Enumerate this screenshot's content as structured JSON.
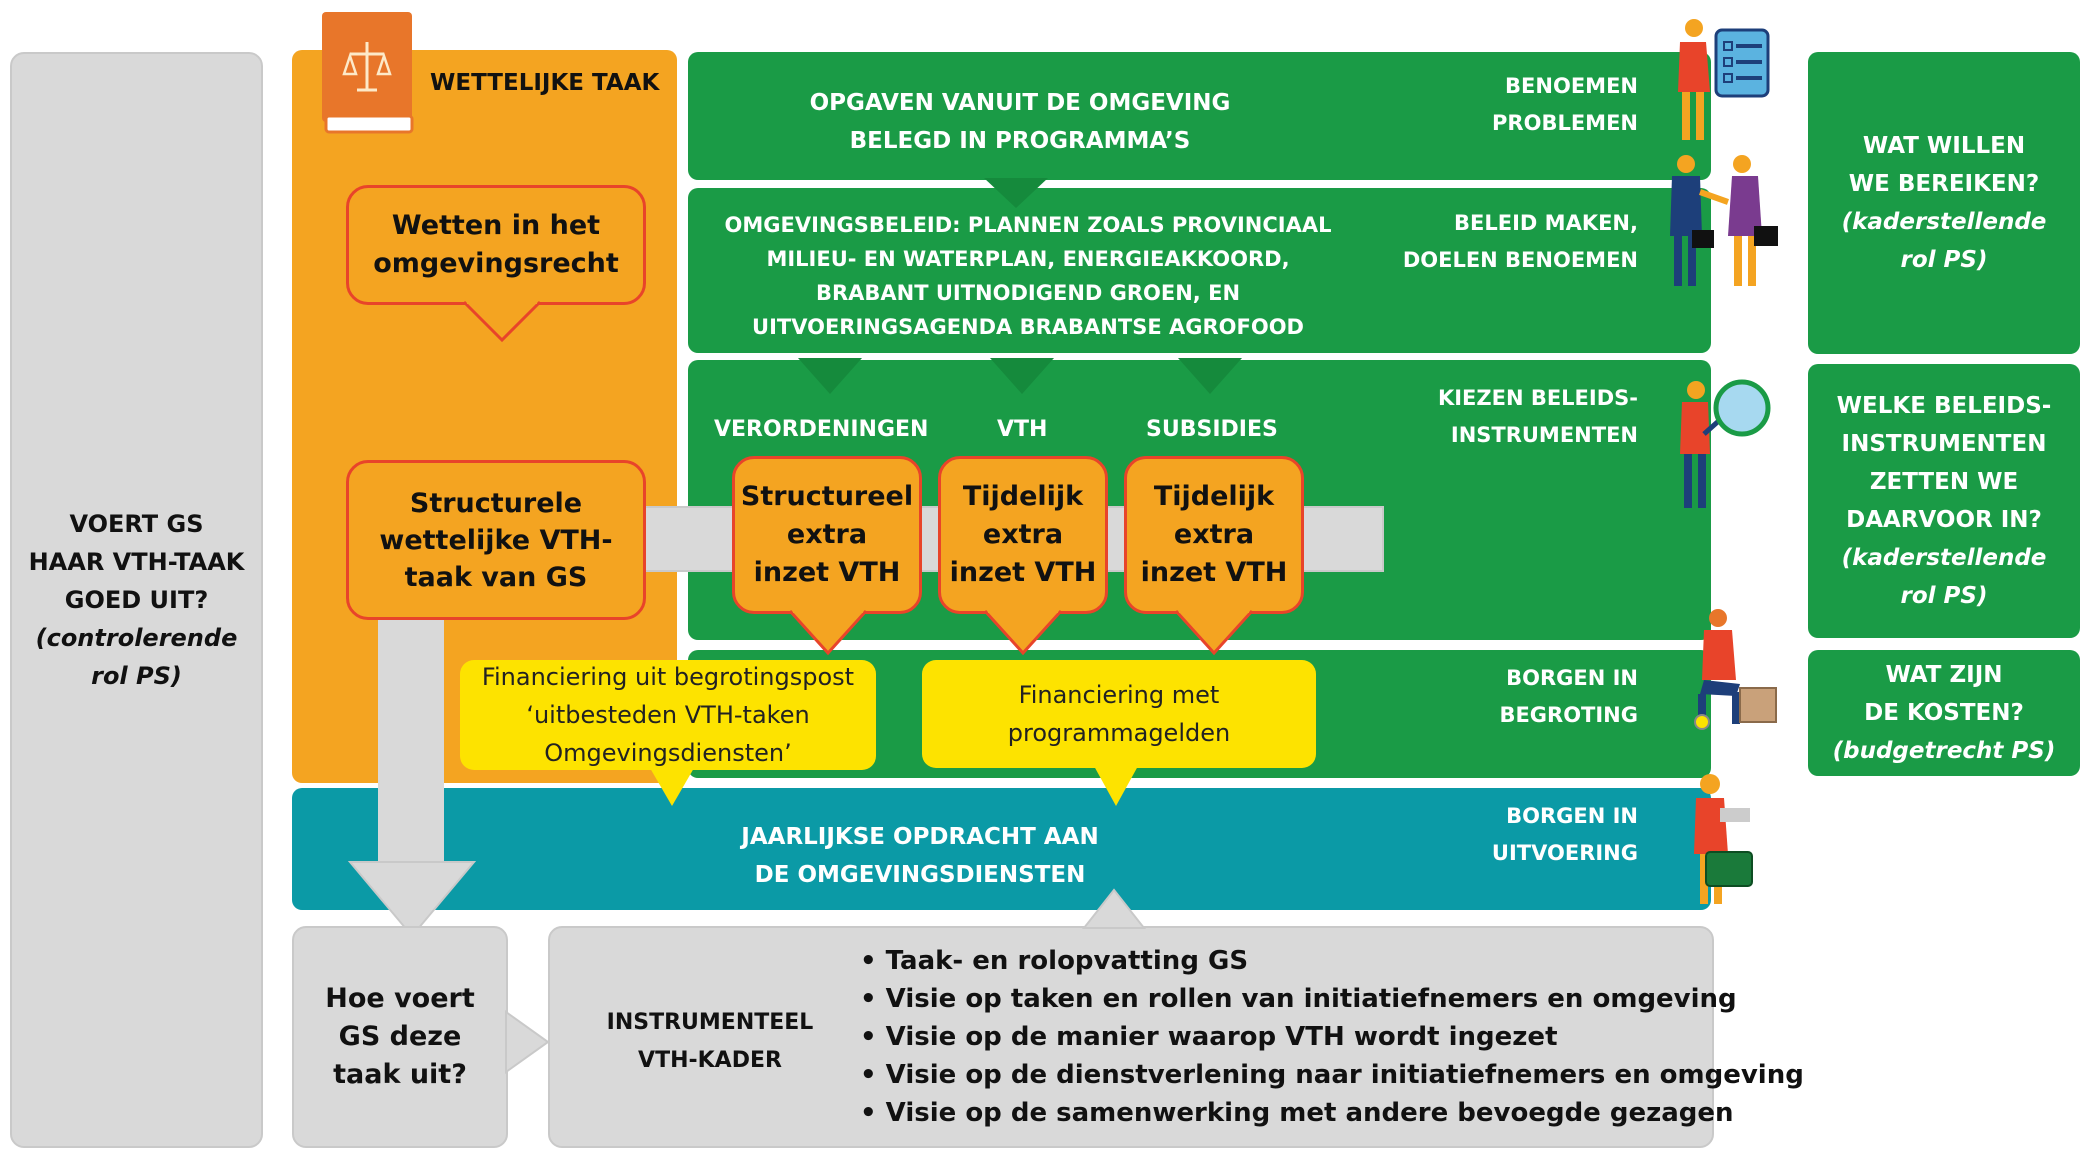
{
  "left_column": {
    "line1": "VOERT GS",
    "line2": "HAAR VTH-TAAK",
    "line3": "GOED UIT?",
    "italic1": "(controlerende",
    "italic2": "rol PS)"
  },
  "wettelijk": {
    "header": "WETTELIJKE TAAK",
    "bubble_top_line1": "Wetten in het",
    "bubble_top_line2": "omgevingsrecht",
    "bubble_mid_line1": "Structurele",
    "bubble_mid_line2": "wettelijke VTH-",
    "bubble_mid_line3": "taak van GS"
  },
  "rows": {
    "opgaven": {
      "line1": "OPGAVEN VANUIT DE OMGEVING",
      "line2": "BELEGD IN PROGRAMMA’S",
      "label1": "BENOEMEN",
      "label2": "PROBLEMEN"
    },
    "beleid": {
      "line1": "OMGEVINGSBELEID: PLANNEN ZOALS PROVINCIAAL",
      "line2": "MILIEU- EN WATERPLAN, ENERGIEAKKOORD,",
      "line3": "BRABANT UITNODIGEND GROEN, EN",
      "line4": "UITVOERINGSAGENDA BRABANTSE AGROFOOD",
      "label1": "BELEID MAKEN,",
      "label2": "DOELEN BENOEMEN"
    },
    "instrumenten": {
      "col1": "VERORDENINGEN",
      "col2": "VTH",
      "col3": "SUBSIDIES",
      "label1": "KIEZEN BELEIDS-",
      "label2": "INSTRUMENTEN",
      "bubble1_line1": "Structureel",
      "bubble1_line2": "extra",
      "bubble1_line3": "inzet VTH",
      "bubble2_line1": "Tijdelijk",
      "bubble2_line2": "extra",
      "bubble2_line3": "inzet VTH",
      "bubble3_line1": "Tijdelijk",
      "bubble3_line2": "extra",
      "bubble3_line3": "inzet VTH"
    },
    "begroting": {
      "label1": "BORGEN IN",
      "label2": "BEGROTING",
      "fin1_line1": "Financiering uit begrotingspost",
      "fin1_line2": "‘uitbesteden VTH-taken",
      "fin1_line3": "Omgevingsdiensten’",
      "fin2_line1": "Financiering met",
      "fin2_line2": "programmagelden"
    },
    "uitvoering": {
      "line1": "JAARLIJKSE OPDRACHT AAN",
      "line2": "DE OMGEVINGSDIENSTEN",
      "label1": "BORGEN IN",
      "label2": "UITVOERING"
    }
  },
  "bottom": {
    "hoe_line1": "Hoe voert",
    "hoe_line2": "GS deze",
    "hoe_line3": "taak uit?",
    "kader_line1": "INSTRUMENTEEL",
    "kader_line2": "VTH-KADER",
    "bullets": [
      "Taak- en rolopvatting GS",
      "Visie op taken en rollen van initiatiefnemers en omgeving",
      "Visie op de manier waarop VTH wordt ingezet",
      "Visie op de dienstverlening naar initiatiefnemers en omgeving",
      "Visie op de samenwerking met andere bevoegde gezagen"
    ]
  },
  "right_column": {
    "box1": {
      "line1": "WAT WILLEN",
      "line2": "WE BEREIKEN?",
      "italic1": "(kaderstellende",
      "italic2": "rol PS)"
    },
    "box2": {
      "line1": "WELKE BELEIDS-",
      "line2": "INSTRUMENTEN",
      "line3": "ZETTEN WE",
      "line4": "DAARVOOR IN?",
      "italic1": "(kaderstellende",
      "italic2": "rol PS)"
    },
    "box3": {
      "line1": "WAT ZIJN",
      "line2": "DE KOSTEN?",
      "italic1": "(budgetrecht PS)"
    }
  },
  "colors": {
    "green": "#1a9b46",
    "teal": "#0b9aa6",
    "orange": "#f4a421",
    "red_border": "#e8442a",
    "yellow": "#fde300",
    "grey": "#d9d9d9"
  },
  "icons": [
    "law-book-icon",
    "person-checklist-icon",
    "handshake-people-icon",
    "person-magnifier-icon",
    "person-sitting-calculator-icon",
    "person-briefcase-icon"
  ]
}
